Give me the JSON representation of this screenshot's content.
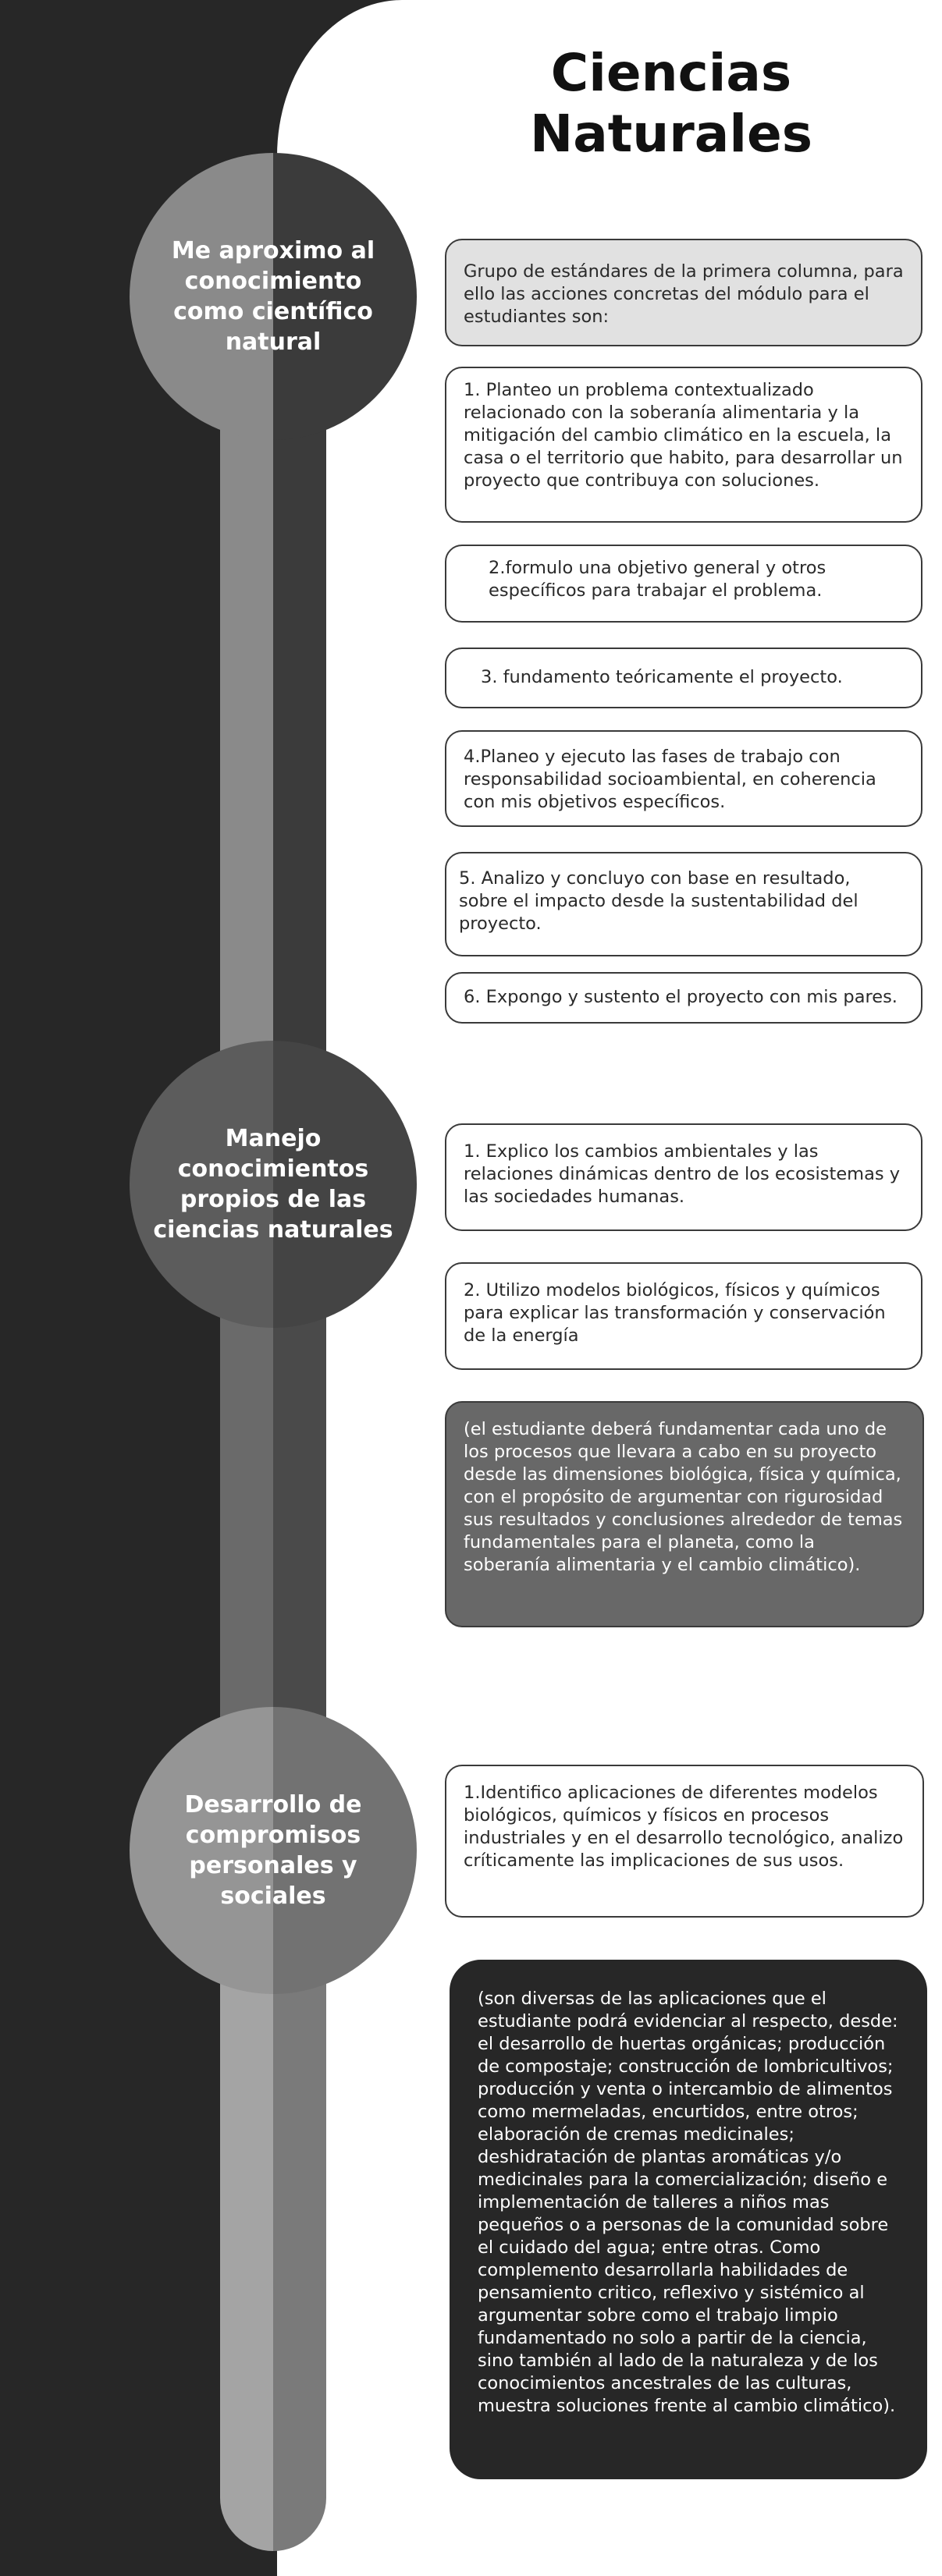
{
  "title": "Ciencias\nNaturales",
  "colors": {
    "dark": "#272727",
    "spine_light": "#8a8a8a",
    "spine_mid": "#5e5e5e",
    "box_gray": "#e1e1e1",
    "box_mid": "#686868"
  },
  "sections": [
    {
      "heading": "Me aproximo al conocimiento como científico natural",
      "items": [
        "Grupo de estándares de la primera columna, para ello las acciones concretas del módulo para el estudiantes son:",
        "1. Planteo un problema contextualizado relacionado con la soberanía alimentaria y la mitigación del cambio climático en la escuela, la casa o el territorio que habito, para desarrollar un proyecto que contribuya con soluciones.",
        "2.formulo una objetivo general y otros específicos para trabajar el problema.",
        "3. fundamento teóricamente el proyecto.",
        "4.Planeo y ejecuto las fases de trabajo con responsabilidad socioambiental, en coherencia con mis objetivos específicos.",
        "5. Analizo y concluyo con base en resultado, sobre el impacto desde la sustentabilidad del proyecto.",
        "6. Expongo y sustento el proyecto con mis pares."
      ]
    },
    {
      "heading": "Manejo conocimientos propios de las ciencias naturales",
      "items": [
        "1. Explico los cambios ambientales y las relaciones dinámicas dentro de los ecosistemas y las sociedades humanas.",
        "2. Utilizo modelos biológicos, físicos y químicos para explicar las transformación y conservación de la energía",
        "(el estudiante deberá fundamentar cada uno de los procesos que llevara a cabo en su proyecto desde las dimensiones biológica, física y química, con el propósito de argumentar con rigurosidad sus resultados y conclusiones alrededor de temas fundamentales para el planeta, como la soberanía alimentaria y el cambio climático)."
      ]
    },
    {
      "heading": "Desarrollo de compromisos personales y sociales",
      "items": [
        "1.Identifico aplicaciones de diferentes modelos biológicos, químicos y físicos en procesos industriales y en el desarrollo tecnológico, analizo críticamente las implicaciones de sus usos.",
        "(son diversas de las aplicaciones que el estudiante podrá evidenciar al respecto, desde: el desarrollo de huertas orgánicas; producción de compostaje; construcción de lombricultivos; producción y venta o intercambio de alimentos como mermeladas, encurtidos, entre otros; elaboración de cremas medicinales; deshidratación de plantas aromáticas y/o medicinales para la comercialización; diseño e implementación de talleres a niños mas pequeños o a personas de la comunidad sobre el cuidado del agua; entre otras. Como complemento desarrollarla habilidades de pensamiento critico, reflexivo y sistémico al argumentar sobre como el trabajo limpio fundamentado no solo a partir de la ciencia, sino también al lado de la naturaleza y de los conocimientos ancestrales de las culturas, muestra soluciones frente al cambio climático)."
      ]
    }
  ]
}
